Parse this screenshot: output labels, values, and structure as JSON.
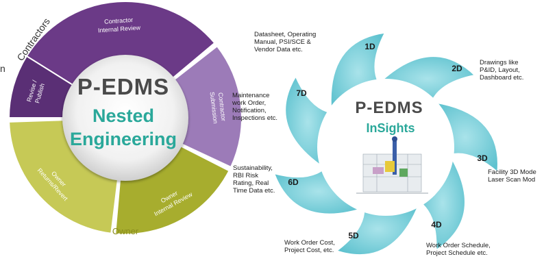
{
  "nested": {
    "contractors_label": "Contractors",
    "owner_label": "Owner",
    "brand": "P-EDMS",
    "title_line1": "Nested",
    "title_line2": "Engineering",
    "segments": [
      {
        "line1": "Contractor",
        "line2": "Internal Review",
        "color": "#6b3a87"
      },
      {
        "line1": "Contractor",
        "line2": "Submission",
        "color": "#9c7bb8"
      },
      {
        "line1": "Owner",
        "line2": "Internal Review",
        "color": "#a7ad2e"
      },
      {
        "line1": "Owner",
        "line2": "Returns/Revert",
        "color": "#c6c956"
      },
      {
        "line1": "Revise /",
        "line2": "Publish",
        "color": "#5a2f75"
      }
    ],
    "accent_color": "#2aa89a",
    "left_edge_char": "n"
  },
  "insights": {
    "brand": "P-EDMS",
    "subtitle": "InSights",
    "petal_color": "#6ecad6",
    "dims": [
      {
        "code": "1D",
        "desc": "Datasheet, Operating\nManual, PSI/SCE &\nVendor Data etc."
      },
      {
        "code": "2D",
        "desc": "Drawings like\nP&ID, Layout,\nDashboard etc."
      },
      {
        "code": "3D",
        "desc": "Facility 3D Mode\nLaser Scan Mod"
      },
      {
        "code": "4D",
        "desc": "Work Order Schedule,\nProject Schedule  etc."
      },
      {
        "code": "5D",
        "desc": "Work Order Cost,\nProject Cost, etc."
      },
      {
        "code": "6D",
        "desc": "Sustainability,\nRBI Risk\nRating, Real\nTime Data etc."
      },
      {
        "code": "7D",
        "desc": "Maintenance\nwork Order,\nNotification,\nInspections etc."
      }
    ]
  }
}
